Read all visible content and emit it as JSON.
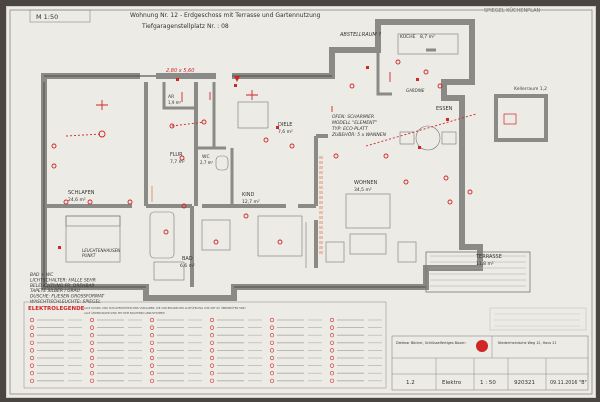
{
  "header": {
    "scale": "M  1:50",
    "title": "Wohnung Nr. 12 - Erdgeschoss mit Terrasse und Gartennutzung",
    "parking": "Tiefgaragenstellplatz Nr. : 08",
    "top_right": "SPIEGEL KÜCHENPLAN"
  },
  "rooms": [
    {
      "id": "schlafen",
      "name": "SCHLAFEN",
      "area": "24,6 m²"
    },
    {
      "id": "ar",
      "name": "AR",
      "area": "1,9 m²"
    },
    {
      "id": "flur",
      "name": "FLUR",
      "area": "7,7 m²"
    },
    {
      "id": "wc",
      "name": "WC",
      "area": "2,7 m²"
    },
    {
      "id": "diele",
      "name": "DIELE",
      "area": "7,6 m²"
    },
    {
      "id": "kind",
      "name": "KIND",
      "area": "12,7 m²"
    },
    {
      "id": "bad",
      "name": "BAD",
      "area": "6,6 m²"
    },
    {
      "id": "wohnen",
      "name": "WOHNEN",
      "area": "34,5 m²"
    },
    {
      "id": "kueche",
      "name": "KÜCHE",
      "area": "8,7 m²"
    },
    {
      "id": "essen",
      "name": "ESSEN",
      "area": ""
    },
    {
      "id": "terrasse",
      "name": "TERRASSE",
      "area": "11,8 m²"
    }
  ],
  "annotations": {
    "abstellraum": "ABSTELLRAUM ?",
    "ofen": "OFEN: SCHARMIER\nMODELL \"ELEMENT\"\nTYP: ECO-PLATT\nZUBEHÖR: 5 x WANNEN",
    "dimension": "2,80 x 5,60",
    "gardine": "GARDINE",
    "schlafen_note": "LEUCHTENHAUSEN\nPUNKT",
    "left_notes": "BAD + WC\nLICHTSCHALTER: HALLE SEHR\nBELEUCHTUNG FR. DREHBAR\nTAPETE SILBER / GRAU\nDUSCHE: FLIESEN GROSSFORMAT\nWASCHTISCHLEUCHTE: SPIEGEL",
    "inset_label": "Kellerraum 1,2"
  },
  "legend": {
    "title": "ELEKTROLEGENDE",
    "lines": [
      "ALLE DOSEN- UND SCHALTERHÖHEN SIND VORGABEN, DIE VOR BEGINN DER AUSFÜHRUNG VOR ORT ZU ÜBERPRÜFEN SIND",
      "ALLE ÄNDERUNGEN SIND MIT DEM BAUHERRN ABZUSTIMMEN"
    ]
  },
  "title_block": {
    "company": "Dietmar Böcher, Schlüsselfertiges Bauen",
    "project": "Niederrheinische Weg 12, Haus 21",
    "sheet": "1.2",
    "discipline": "Elektro",
    "scale": "1 : 50",
    "number": "920321",
    "date": "09.11.2016 \"B\""
  },
  "colors": {
    "wall": "#8a8a86",
    "wall_dark": "#5a5a56",
    "sheet": "#ecebe6",
    "red": "#d02626",
    "pink": "#e06060",
    "orange": "#e08050",
    "blue": "#3050a0"
  }
}
